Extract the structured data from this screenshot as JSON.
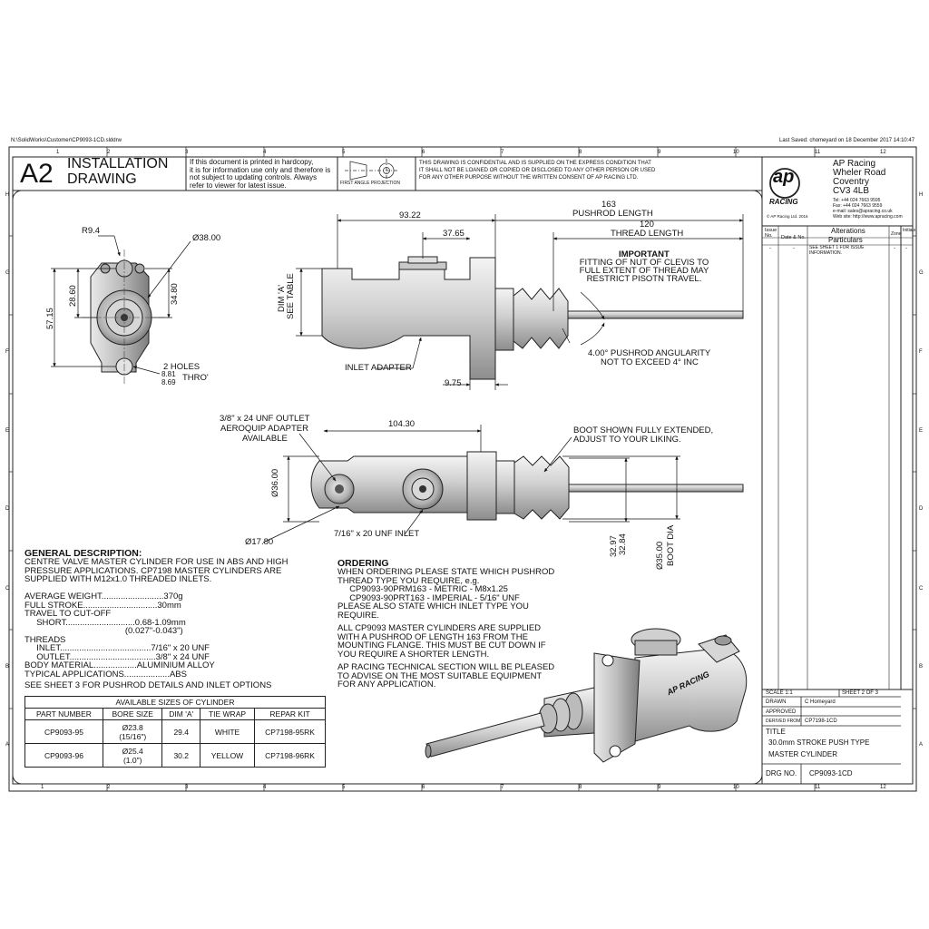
{
  "file_path": "N:\\SolidWorks\\Customer\\CP9093-1CD.slddrw",
  "last_saved": "Last Saved: chomeyard on 18 December 2017 14:10:47",
  "grid": {
    "top_numbers": [
      "1",
      "2",
      "3",
      "4",
      "5",
      "6",
      "7",
      "8",
      "9",
      "10",
      "11",
      "12"
    ],
    "bottom_numbers": [
      "1",
      "2",
      "3",
      "4",
      "5",
      "6",
      "7",
      "8",
      "9",
      "10",
      "11",
      "12"
    ],
    "rows": [
      "H",
      "G",
      "F",
      "E",
      "D",
      "C",
      "B",
      "A"
    ]
  },
  "header": {
    "size": "A2",
    "title_line1": "INSTALLATION",
    "title_line2": "DRAWING",
    "hardcopy_note": [
      "If this document is printed in hardcopy,",
      "it is for information use only and therefore is",
      "not subject to updating controls. Always",
      "refer to viewer for latest issue."
    ],
    "projection": "FIRST ANGLE PROJECTION",
    "confidential": [
      "THIS DRAWING IS CONFIDENTIAL AND IS SUPPLIED ON THE EXPRESS CONDITION THAT",
      "IT SHALL NOT BE LOANED OR COPIED OR DISCLOSED TO ANY OTHER PERSON OR USED",
      "FOR ANY OTHER PURPOSE WITHOUT THE WRITTEN CONSENT OF AP RACING LTD."
    ]
  },
  "company": {
    "logo_top": "ap",
    "logo_bottom": "RACING",
    "copyright": "© AP Racing Ltd. 2016",
    "address": [
      "AP Racing",
      "Wheler Road",
      "Coventry",
      "CV3 4LB"
    ],
    "contact": [
      "Tel:  +44 024 7663 9595",
      "Fax: +44 024 7663 9559",
      "e-mail: sales@apracing.co.uk",
      "Web site: http://www.apracing.com"
    ]
  },
  "alterations": {
    "header_issue": "Issue No.",
    "header_date": "Date & No.",
    "header_title": "Alterations",
    "header_particulars": "Particulars",
    "header_zone": "Zone",
    "header_initials": "Initials",
    "row_issue": "-",
    "row_date": "-",
    "row_note": [
      "SEE SHEET 1 FOR ISSUE",
      "INFORMATION."
    ],
    "row_zone": "-",
    "row_initials": "-"
  },
  "title_block": {
    "scale": "SCALE  1:1",
    "sheet": "SHEET  2  OF  3",
    "drawn_label": "DRAWN",
    "drawn_value": "C Homeyard",
    "approved_label": "APPROVED",
    "derived_label": "DERIVED FROM",
    "derived_value": "CP7198-1CD",
    "title_label": "TITLE",
    "title_line1": "30.0mm STROKE PUSH TYPE",
    "title_line2": "MASTER CYLINDER",
    "drg_label": "DRG NO.",
    "drg_value": "CP9093-1CD"
  },
  "end_view": {
    "r": "R9.4",
    "dia38": "Ø38.00",
    "d2860": "28.60",
    "d3480": "34.80",
    "d5715": "57.15",
    "holes": "2 HOLES",
    "holes_max": "8.81",
    "holes_min": "8.69",
    "thro": "THRO'"
  },
  "side_view": {
    "d163": "163",
    "pushrod_length": "PUSHROD LENGTH",
    "d9322": "93.22",
    "d3765": "37.65",
    "d120": "120",
    "thread_length": "THREAD LENGTH",
    "dim_a": "DIM 'A'",
    "see_table": "SEE TABLE",
    "important_title": "IMPORTANT",
    "important_lines": [
      "FITTING OF NUT OF CLEVIS TO",
      "FULL EXTENT OF THREAD MAY",
      "RESTRICT PISOTN TRAVEL."
    ],
    "angularity": [
      "4.00° PUSHROD ANGULARITY",
      "NOT TO EXCEED 4° INC"
    ],
    "inlet_adapter": "INLET ADAPTER",
    "d975": "9.75"
  },
  "top_view": {
    "outlet_note": [
      "3/8\" x 24 UNF OUTLET",
      "AEROQUIP ADAPTER",
      "AVAILABLE"
    ],
    "d10430": "104.30",
    "boot_note": [
      "BOOT SHOWN FULLY EXTENDED,",
      "ADJUST TO YOUR LIKING."
    ],
    "dia36": "Ø36.00",
    "dia1780": "Ø17.80",
    "inlet": "7/16\" x 20 UNF INLET",
    "d3297": "32.97",
    "d3284": "32.84",
    "dia35": "Ø35.00",
    "boot_dia": "BOOT DIA"
  },
  "general": {
    "heading": "GENERAL DESCRIPTION:",
    "lines": [
      "CENTRE VALVE MASTER CYLINDER FOR USE IN ABS AND HIGH",
      "PRESSURE APPLICATIONS. CP7198 MASTER CYLINDERS ARE",
      "SUPPLIED WITH M12x1.0 THREADED INLETS.",
      "",
      "AVERAGE WEIGHT..........................370g",
      "FULL STROKE...............................30mm",
      "TRAVEL TO CUT-OFF",
      "     SHORT.............................0.68-1.09mm",
      "                                          (0.027\"-0.043\")",
      "THREADS",
      "     INLET......................................7/16\" x 20 UNF",
      "     OUTLET....................................3/8\" x 24 UNF",
      "BODY MATERIAL..................ALUMINIUM ALLOY",
      "TYPICAL APPLICATIONS...................ABS",
      "",
      "SEE SHEET 3 FOR PUSHROD DETAILS AND INLET OPTIONS"
    ]
  },
  "sizes_table": {
    "caption": "AVAILABLE SIZES OF CYLINDER",
    "headers": [
      "PART NUMBER",
      "BORE SIZE",
      "DIM 'A'",
      "TIE WRAP",
      "REPAR KIT"
    ],
    "rows": [
      {
        "part": "CP9093-95",
        "bore": "Ø23.8",
        "bore_in": "(15/16\")",
        "dim": "29.4",
        "wrap": "WHITE",
        "kit": "CP7198-95RK"
      },
      {
        "part": "CP9093-96",
        "bore": "Ø25.4",
        "bore_in": "(1.0\")",
        "dim": "30.2",
        "wrap": "YELLOW",
        "kit": "CP7198-96RK"
      }
    ]
  },
  "ordering": {
    "heading": "ORDERING",
    "lines": [
      "WHEN ORDERING PLEASE STATE WHICH PUSHROD",
      "THREAD TYPE YOU REQUIRE, e.g.",
      "     CP9093-90PRM163 - METRIC - M8x1.25",
      "     CP9093-90PRT163 - IMPERIAL - 5/16\" UNF",
      "PLEASE ALSO STATE WHICH INLET TYPE YOU",
      "REQUIRE.",
      "",
      "ALL CP9093 MASTER CYLINDERS ARE SUPPLIED",
      "WITH A PUSHROD OF LENGTH 163 FROM THE",
      "MOUNTING FLANGE. THIS MUST BE CUT DOWN IF",
      "YOU REQUIRE A SHORTER LENGTH.",
      "",
      "AP RACING TECHNICAL SECTION WILL BE PLEASED",
      "TO ADVISE ON THE MOST SUITABLE EQUIPMENT",
      "FOR ANY APPLICATION."
    ]
  },
  "iso_view": {
    "brand": "AP RACING"
  }
}
